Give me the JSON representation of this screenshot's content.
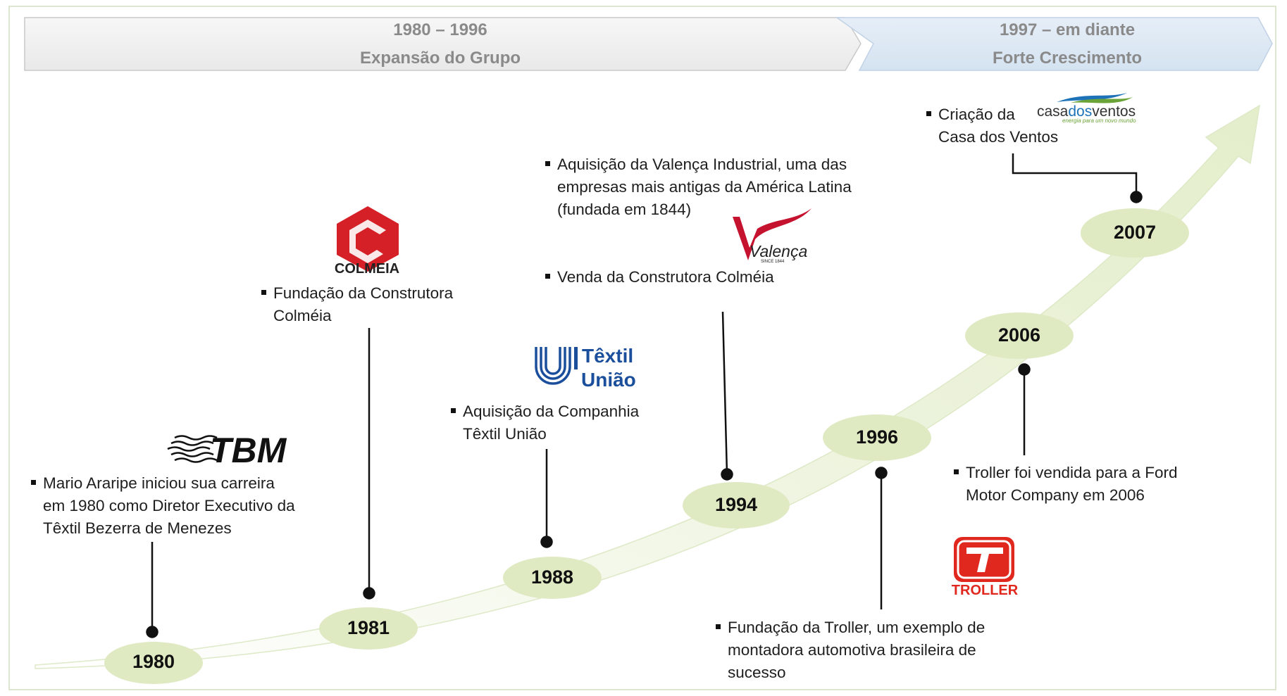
{
  "phases": [
    {
      "years": "1980 – 1996",
      "title": "Expansão do Grupo"
    },
    {
      "years": "1997 – em diante",
      "title": "Forte Crescimento"
    }
  ],
  "milestones": [
    {
      "year": "1980",
      "text": [
        "Mario Araripe  iniciou sua carreira",
        "em 1980 como Diretor Executivo da",
        "Têxtil Bezerra de Menezes"
      ],
      "logo": "TBM"
    },
    {
      "year": "1981",
      "text": [
        "Fundação da Construtora",
        "Colméia"
      ],
      "logo": "COLMEIA"
    },
    {
      "year": "1988",
      "text": [
        "Aquisição da Companhia",
        "Têxtil União"
      ],
      "logo_lines": [
        "Têxtil",
        "União"
      ]
    },
    {
      "year": "1994",
      "text": [
        "Aquisição da Valença Industrial, uma das",
        "empresas mais antigas da América Latina",
        "(fundada em 1844)"
      ],
      "text2": [
        "Venda da Construtora Colméia"
      ],
      "logo": "Valença",
      "logo_sub": "SINCE 1844"
    },
    {
      "year": "1996",
      "text": [
        "Fundação da Troller, um exemplo de",
        "montadora automotiva brasileira de",
        "sucesso"
      ],
      "logo": "TROLLER"
    },
    {
      "year": "2006",
      "text": [
        "Troller foi vendida para a Ford",
        "Motor Company em 2006"
      ]
    },
    {
      "year": "2007",
      "text": [
        "Criação da",
        "Casa dos Ventos"
      ],
      "logo_a": "casa",
      "logo_b": "dos",
      "logo_c": "ventos",
      "logo_sub": "energia para um novo mundo"
    }
  ],
  "colors": {
    "ellipse": "#dfeac3",
    "arrow": "#eef4df",
    "phase1": "#ededed",
    "phase2": "#dbe7f3",
    "colmeia_red": "#d62027",
    "uniao_blue": "#1b4f9c",
    "valenca_red": "#c4122f",
    "troller_red": "#e0281f",
    "ventos_green": "#6aa338",
    "ventos_blue": "#1e73b8"
  }
}
